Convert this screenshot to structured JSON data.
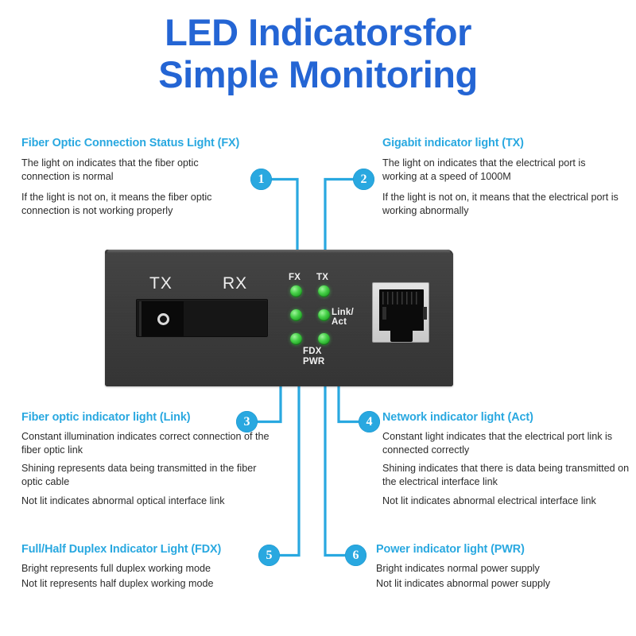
{
  "title": {
    "line1": "LED Indicatorsfor",
    "line2": "Simple Monitoring"
  },
  "colors": {
    "title_blue": "#2465d4",
    "accent_cyan": "#29a8e0",
    "led_green": "#48d24a",
    "device_body": "#3b3b3b",
    "body_text": "#2b2b2b"
  },
  "callouts": [
    {
      "number": "1",
      "heading": "Fiber Optic Connection Status Light (FX)",
      "lines": [
        "The light on indicates that the fiber optic connection is normal",
        "If the light is not on, it means the fiber optic connection is not working properly"
      ]
    },
    {
      "number": "2",
      "heading": "Gigabit indicator light (TX)",
      "lines": [
        "The light on indicates that the electrical port is working at a speed of 1000M",
        "If the light is not on, it means that the electrical port is working abnormally"
      ]
    },
    {
      "number": "3",
      "heading": "Fiber optic indicator light (Link)",
      "lines": [
        "Constant illumination indicates correct connection of the fiber optic link",
        "Shining represents data being transmitted in the fiber optic cable",
        "Not lit indicates abnormal optical interface link"
      ]
    },
    {
      "number": "4",
      "heading": "Network indicator light (Act)",
      "lines": [
        "Constant light indicates that the electrical port link is connected correctly",
        "Shining indicates that there is data being transmitted on the electrical interface link",
        "Not lit indicates abnormal electrical interface link"
      ]
    },
    {
      "number": "5",
      "heading": "Full/Half Duplex Indicator Light (FDX)",
      "lines": [
        "Bright represents full duplex working mode",
        "Not lit represents half duplex working mode"
      ]
    },
    {
      "number": "6",
      "heading": "Power indicator light (PWR)",
      "lines": [
        "Bright indicates normal power supply",
        "Not lit indicates abnormal power supply"
      ]
    }
  ],
  "device": {
    "port_tx_label": "TX",
    "port_rx_label": "RX",
    "led_labels": {
      "fx": "FX",
      "tx": "TX",
      "link_act": "Link/\nAct",
      "fdx": "FDX",
      "pwr": "PWR"
    },
    "led_states": [
      {
        "name": "FX",
        "lit": true
      },
      {
        "name": "TX",
        "lit": true
      },
      {
        "name": "Link",
        "lit": true
      },
      {
        "name": "Act",
        "lit": true
      },
      {
        "name": "FDX",
        "lit": true
      },
      {
        "name": "PWR",
        "lit": true
      }
    ]
  }
}
